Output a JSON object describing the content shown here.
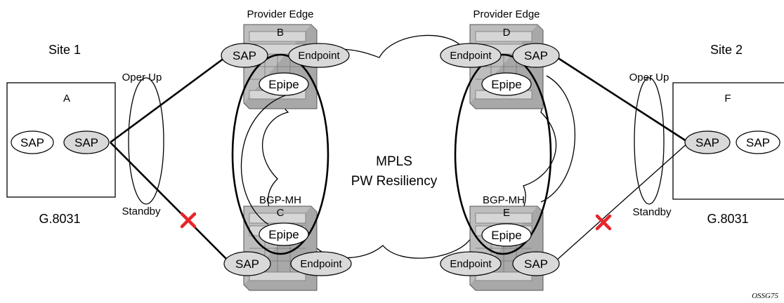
{
  "labels": {
    "provider_edge_left": "Provider Edge",
    "provider_edge_right": "Provider Edge",
    "site1": "Site 1",
    "site2": "Site 2",
    "oper_up_left": "Oper Up",
    "oper_up_right": "Oper Up",
    "standby_left": "Standby",
    "standby_right": "Standby",
    "g8031_left": "G.8031",
    "g8031_right": "G.8031",
    "mpls_line1": "MPLS",
    "mpls_line2": "PW Resiliency",
    "bgp_mh_left": "BGP-MH",
    "bgp_mh_right": "BGP-MH",
    "figure_code": "OSSG75"
  },
  "nodes": {
    "A": {
      "name": "A",
      "saps": [
        "SAP",
        "SAP"
      ]
    },
    "F": {
      "name": "F",
      "saps": [
        "SAP",
        "SAP"
      ]
    },
    "B": {
      "name": "B",
      "sap": "SAP",
      "endpoint": "Endpoint",
      "epipe": "Epipe"
    },
    "C": {
      "name": "C",
      "sap": "SAP",
      "endpoint": "Endpoint",
      "epipe": "Epipe"
    },
    "D": {
      "name": "D",
      "sap": "SAP",
      "endpoint": "Endpoint",
      "epipe": "Epipe"
    },
    "E": {
      "name": "E",
      "sap": "SAP",
      "endpoint": "Endpoint",
      "epipe": "Epipe"
    }
  },
  "colors": {
    "failure_mark": "#e8242a",
    "router_body": "#bdbdbd",
    "active_sap": "#d9d9d9"
  },
  "icons": {
    "router": "router-chassis-icon",
    "failure": "x-mark-icon"
  }
}
